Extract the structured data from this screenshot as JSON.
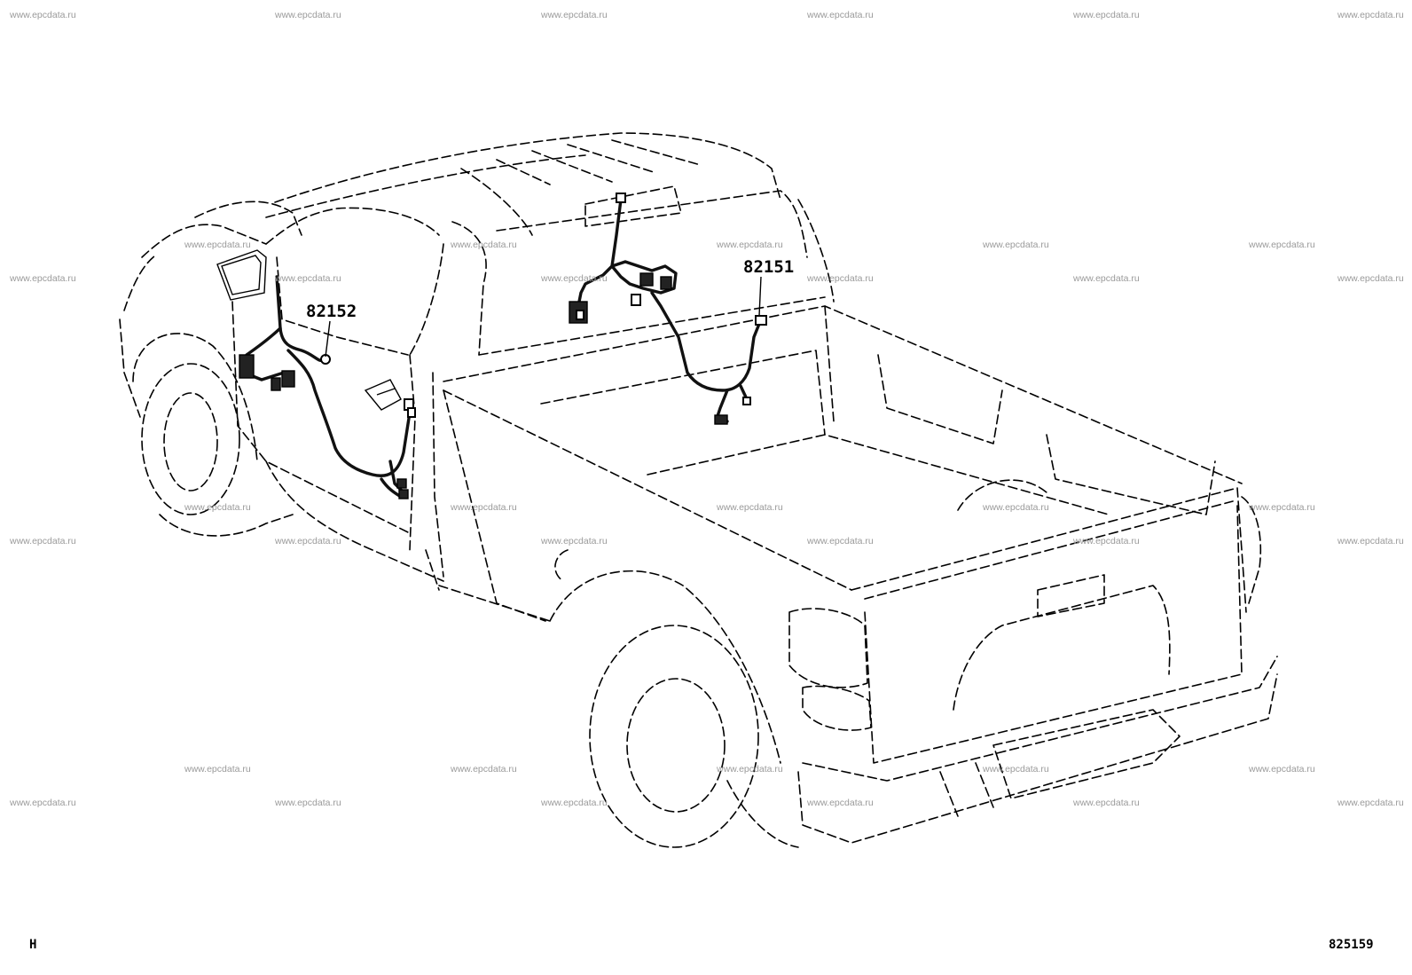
{
  "watermark_text": "www.epcdata.ru",
  "parts": [
    {
      "number": "82152"
    },
    {
      "number": "82151"
    }
  ],
  "corner_left": "H",
  "corner_right": "825159"
}
